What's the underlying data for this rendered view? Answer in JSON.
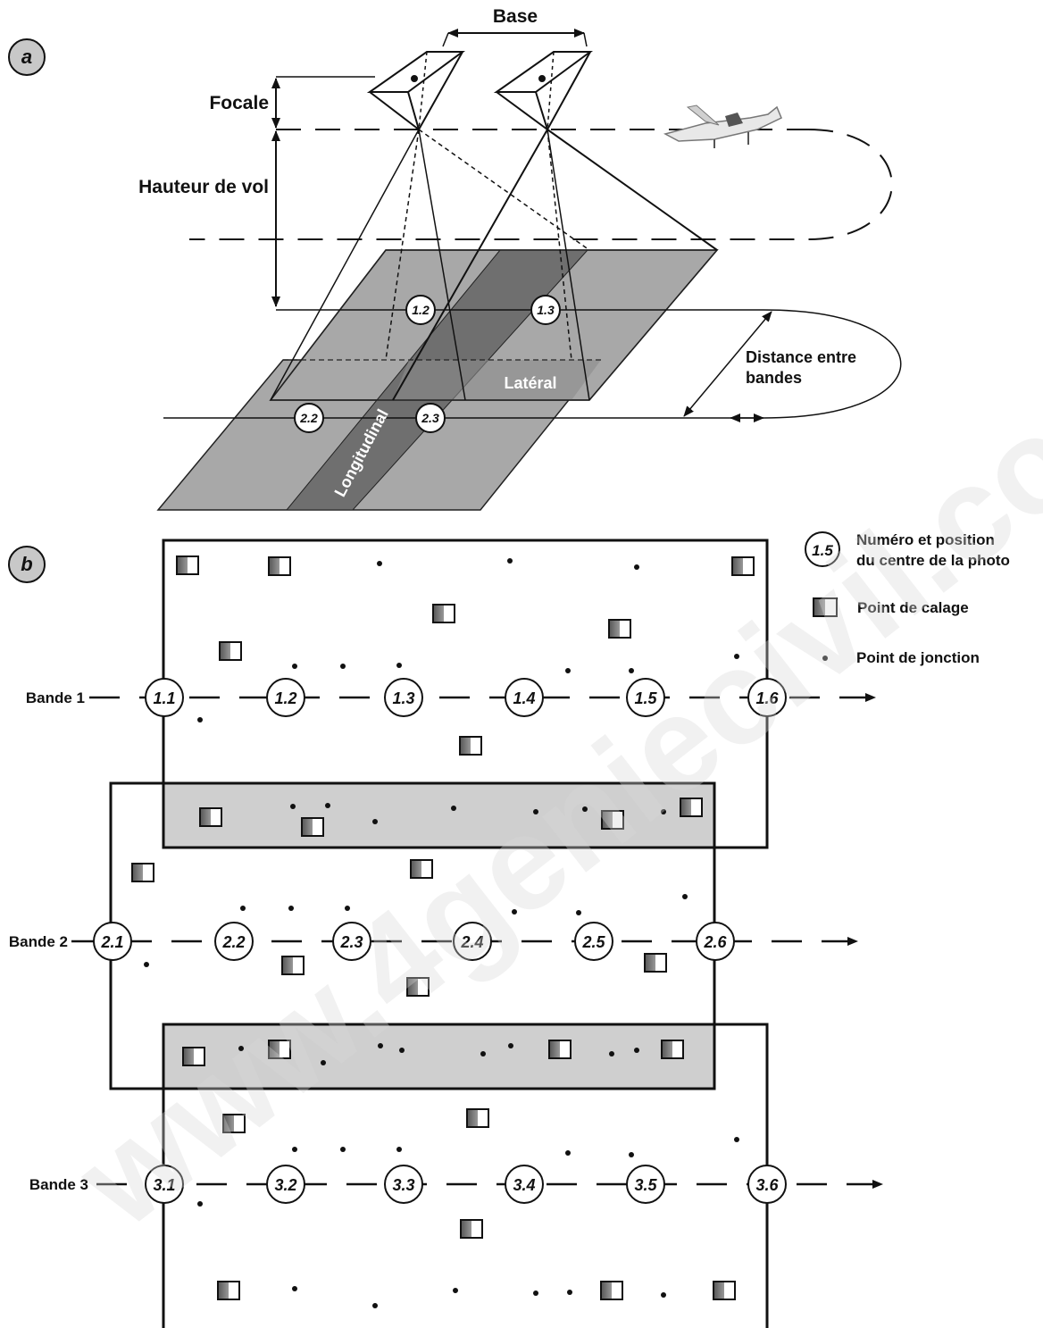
{
  "panel_a": {
    "badge": "a",
    "base_label": "Base",
    "focale_label": "Focale",
    "hauteur_label": "Hauteur de vol",
    "distance_label_line1": "Distance entre",
    "distance_label_line2": "bandes",
    "lateral_label": "Latéral",
    "longitudinal_label": "Longitudinal",
    "photos": [
      "1.2",
      "1.3",
      "2.2",
      "2.3"
    ]
  },
  "panel_b": {
    "badge": "b",
    "legend": {
      "photo_sample": "1.5",
      "photo_line1": "Numéro et position",
      "photo_line2": "du centre de la photo",
      "calage": "Point de calage",
      "jonction": "Point de jonction"
    },
    "bands": [
      {
        "label": "Bande 1",
        "photos": [
          "1.1",
          "1.2",
          "1.3",
          "1.4",
          "1.5",
          "1.6"
        ]
      },
      {
        "label": "Bande 2",
        "photos": [
          "2.1",
          "2.2",
          "2.3",
          "2.4",
          "2.5",
          "2.6"
        ]
      },
      {
        "label": "Bande 3",
        "photos": [
          "3.1",
          "3.2",
          "3.3",
          "3.4",
          "3.5",
          "3.6"
        ]
      }
    ]
  },
  "watermark": "www.4geniecivil.com",
  "colors": {
    "plane_light": "#a9a9a9",
    "plane_dark": "#7a7a7a",
    "overlap_fill": "#cfcfcf"
  }
}
